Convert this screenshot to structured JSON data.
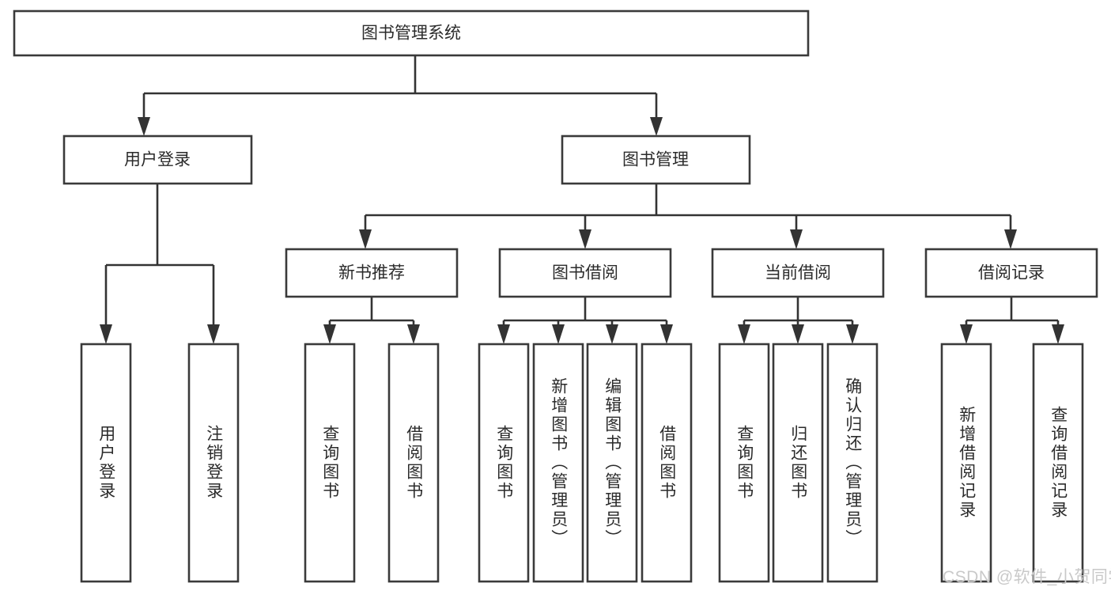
{
  "diagram": {
    "title": "图书管理系统",
    "type": "hierarchy-tree",
    "root": {
      "id": "root",
      "label": "图书管理系统",
      "orientation": "horizontal"
    },
    "level2": [
      {
        "id": "user-login",
        "label": "用户登录",
        "orientation": "horizontal"
      },
      {
        "id": "book-manage",
        "label": "图书管理",
        "orientation": "horizontal"
      }
    ],
    "level3": [
      {
        "id": "new-book-recommend",
        "label": "新书推荐",
        "parent": "book-manage",
        "orientation": "horizontal"
      },
      {
        "id": "book-borrow",
        "label": "图书借阅",
        "parent": "book-manage",
        "orientation": "horizontal"
      },
      {
        "id": "current-borrow",
        "label": "当前借阅",
        "parent": "book-manage",
        "orientation": "horizontal"
      },
      {
        "id": "borrow-record",
        "label": "借阅记录",
        "parent": "book-manage",
        "orientation": "horizontal"
      }
    ],
    "leaves": [
      {
        "id": "leaf-user-login",
        "label": "用户登录",
        "parent": "user-login",
        "orientation": "vertical"
      },
      {
        "id": "leaf-logout",
        "label": "注销登录",
        "parent": "user-login",
        "orientation": "vertical"
      },
      {
        "id": "leaf-query-book-1",
        "label": "查询图书",
        "parent": "new-book-recommend",
        "orientation": "vertical"
      },
      {
        "id": "leaf-borrow-book-1",
        "label": "借阅图书",
        "parent": "new-book-recommend",
        "orientation": "vertical"
      },
      {
        "id": "leaf-query-book-2",
        "label": "查询图书",
        "parent": "book-borrow",
        "orientation": "vertical"
      },
      {
        "id": "leaf-add-book",
        "label": "新增图书（管理员）",
        "parent": "book-borrow",
        "orientation": "vertical"
      },
      {
        "id": "leaf-edit-book",
        "label": "编辑图书（管理员）",
        "parent": "book-borrow",
        "orientation": "vertical"
      },
      {
        "id": "leaf-borrow-book-2",
        "label": "借阅图书",
        "parent": "book-borrow",
        "orientation": "vertical"
      },
      {
        "id": "leaf-query-book-3",
        "label": "查询图书",
        "parent": "current-borrow",
        "orientation": "vertical"
      },
      {
        "id": "leaf-return-book",
        "label": "归还图书",
        "parent": "current-borrow",
        "orientation": "vertical"
      },
      {
        "id": "leaf-confirm-return",
        "label": "确认归还（管理员）",
        "parent": "current-borrow",
        "orientation": "vertical"
      },
      {
        "id": "leaf-add-record",
        "label": "新增借阅记录",
        "parent": "borrow-record",
        "orientation": "vertical"
      },
      {
        "id": "leaf-query-record",
        "label": "查询借阅记录",
        "parent": "borrow-record",
        "orientation": "vertical"
      }
    ],
    "colors": {
      "box_stroke": "#3a3a3a",
      "box_fill": "#ffffff",
      "connector": "#333333",
      "text": "#2b2b2b",
      "background": "#ffffff",
      "watermark": "#c9c9c9"
    }
  },
  "watermark": {
    "text": "CSDN @软件_小贺同学"
  }
}
